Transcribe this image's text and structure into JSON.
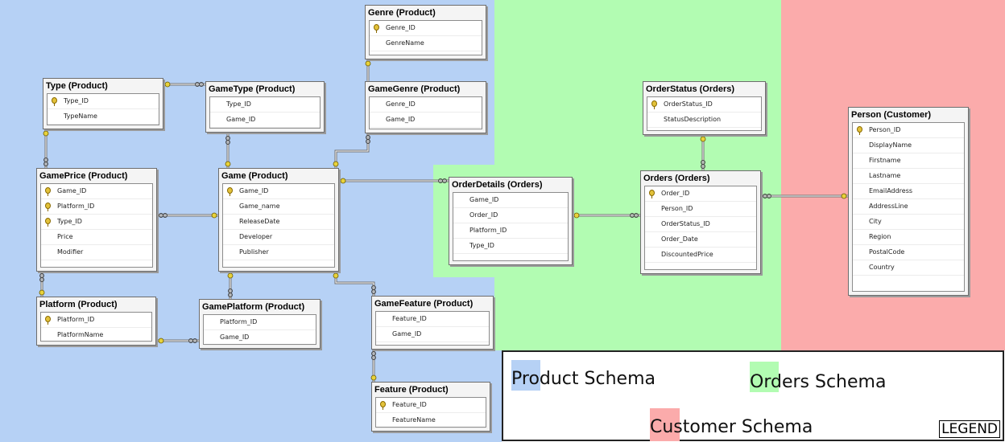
{
  "schemas": {
    "product_color": "#b6d1f5",
    "orders_color": "#b2fcb2",
    "customer_color": "#fbabab"
  },
  "tables": {
    "type": {
      "title": "Type (Product)",
      "columns": [
        "Type_ID",
        "TypeName"
      ]
    },
    "gametype": {
      "title": "GameType (Product)",
      "columns": [
        "Type_ID",
        "Game_ID"
      ]
    },
    "genre": {
      "title": "Genre (Product)",
      "columns": [
        "Genre_ID",
        "GenreName"
      ]
    },
    "gamegenre": {
      "title": "GameGenre (Product)",
      "columns": [
        "Genre_ID",
        "Game_ID"
      ]
    },
    "gameprice": {
      "title": "GamePrice (Product)",
      "columns": [
        "Game_ID",
        "Platform_ID",
        "Type_ID",
        "Price",
        "Modifier"
      ]
    },
    "game": {
      "title": "Game (Product)",
      "columns": [
        "Game_ID",
        "Game_name",
        "ReleaseDate",
        "Developer",
        "Publisher"
      ]
    },
    "platform": {
      "title": "Platform (Product)",
      "columns": [
        "Platform_ID",
        "PlatformName"
      ]
    },
    "gameplatform": {
      "title": "GamePlatform (Product)",
      "columns": [
        "Platform_ID",
        "Game_ID"
      ]
    },
    "gamefeature": {
      "title": "GameFeature (Product)",
      "columns": [
        "Feature_ID",
        "Game_ID"
      ]
    },
    "feature": {
      "title": "Feature (Product)",
      "columns": [
        "Feature_ID",
        "FeatureName"
      ]
    },
    "orderdetails": {
      "title": "OrderDetails (Orders)",
      "columns": [
        "Game_ID",
        "Order_ID",
        "Platform_ID",
        "Type_ID"
      ]
    },
    "orderstatus": {
      "title": "OrderStatus (Orders)",
      "columns": [
        "OrderStatus_ID",
        "StatusDescription"
      ]
    },
    "orders": {
      "title": "Orders (Orders)",
      "columns": [
        "Order_ID",
        "Person_ID",
        "OrderStatus_ID",
        "Order_Date",
        "DiscountedPrice"
      ]
    },
    "person": {
      "title": "Person (Customer)",
      "columns": [
        "Person_ID",
        "DisplayName",
        "Firstname",
        "Lastname",
        "EmailAddress",
        "AddressLine",
        "City",
        "Region",
        "PostalCode",
        "Country"
      ]
    }
  },
  "legend": {
    "product": "Product Schema",
    "orders": "Orders Schema",
    "customer": "Customer Schema",
    "title": "LEGEND"
  }
}
